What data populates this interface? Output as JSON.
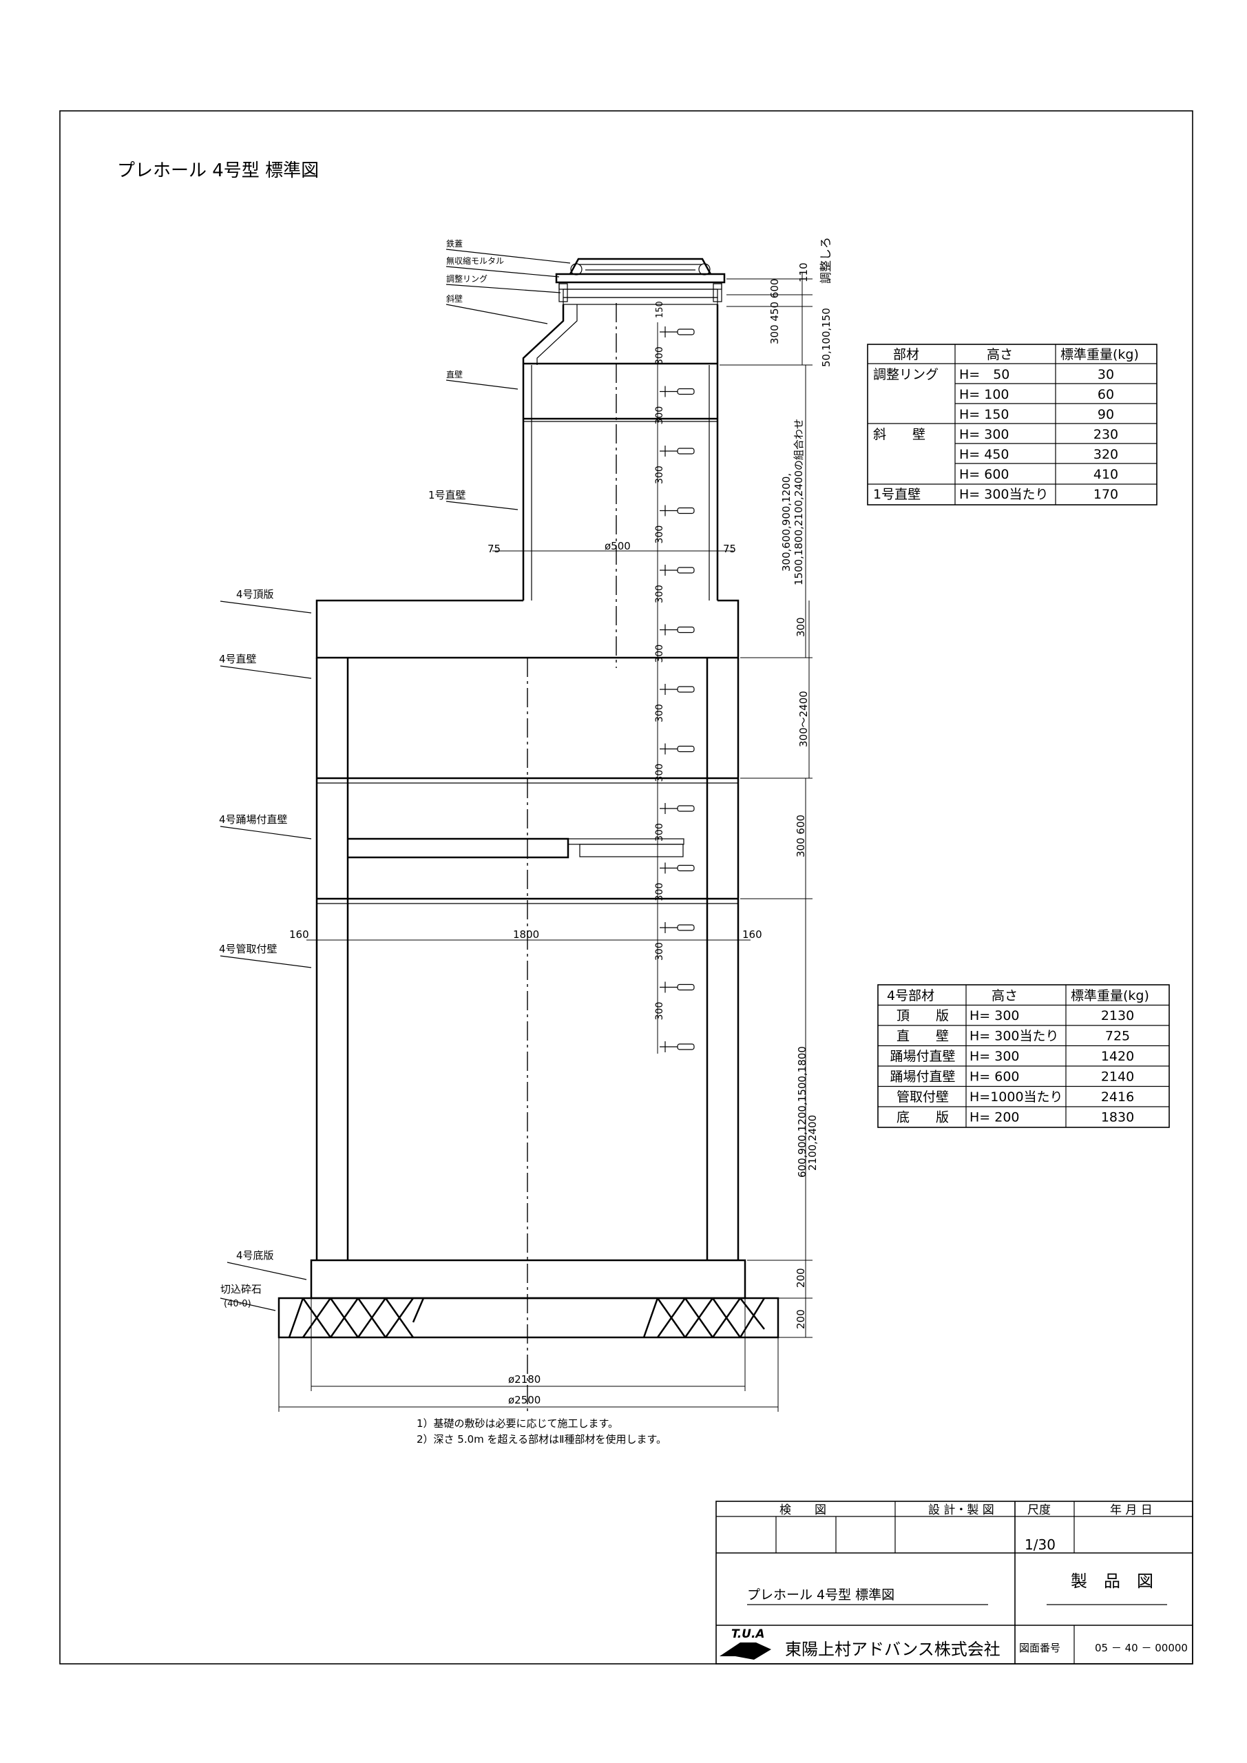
{
  "drawing_title": "プレホール 4号型 標準図",
  "parts": {
    "tekkai": "鉄蓋",
    "mortar": "無収縮モルタル",
    "ring": "調整リング",
    "shaheki": "斜壁",
    "chokuheki": "直壁",
    "go1_chokuheki": "1号直壁",
    "go4_chouban": "4号頂版",
    "go4_chokuheki": "4号直壁",
    "go4_odoriba": "4号踊場付直壁",
    "go4_kantori": "4号管取付壁",
    "go4_teiban": "4号底版",
    "saiseki": "切込砕石",
    "saiseki_spec": "(40-0)"
  },
  "dims": {
    "h110": "110",
    "chousei_shiro": "調整しろ",
    "ring_set": "50,100,150",
    "shaheki_set": "300 450 600",
    "go1_set_1": "300,600,900,1200,",
    "go1_set_2": "1500,1800,2100,2400の組合わせ",
    "d75": "75",
    "d500": "ø500",
    "d300": "300",
    "d300_2400": "300～2400",
    "d300_600": "300 600",
    "d160": "160",
    "d1800": "1800",
    "kantori_set_1": "600,900,1200,1500,1800",
    "kantori_set_2": "2100,2400",
    "d200": "200",
    "d150": "150",
    "d2180": "ø2180",
    "d2500": "ø2500"
  },
  "notes": [
    "1）基礎の敷砂は必要に応じて施工します。",
    "2）深さ 5.0m を超える部材はⅡ種部材を使用します。"
  ],
  "table1": {
    "headers": [
      "部材",
      "高さ",
      "標準重量(kg)"
    ],
    "rows": [
      [
        "調整リング",
        "H=　50",
        "30"
      ],
      [
        "",
        "H= 100",
        "60"
      ],
      [
        "",
        "H= 150",
        "90"
      ],
      [
        "斜　　壁",
        "H= 300",
        "230"
      ],
      [
        "",
        "H= 450",
        "320"
      ],
      [
        "",
        "H= 600",
        "410"
      ],
      [
        "1号直壁",
        "H= 300当たり",
        "170"
      ]
    ]
  },
  "table2": {
    "headers": [
      "4号部材",
      "高さ",
      "標準重量(kg)"
    ],
    "rows": [
      [
        "頂　　版",
        "H= 300",
        "2130"
      ],
      [
        "直　　壁",
        "H= 300当たり",
        "725"
      ],
      [
        "踊場付直壁",
        "H= 300",
        "1420"
      ],
      [
        "踊場付直壁",
        "H= 600",
        "2140"
      ],
      [
        "管取付壁",
        "H=1000当たり",
        "2416"
      ],
      [
        "底　　版",
        "H= 200",
        "1830"
      ]
    ]
  },
  "title_block": {
    "kenzu": "検　　図",
    "sekkei": "設 計・製 図",
    "shakudo": "尺度",
    "date": "年 月 日",
    "scale": "1/30",
    "name": "プレホール 4号型 標準図",
    "type": "製　品　図",
    "logo_text": "T.U.A",
    "company": "東陽上村アドバンス株式会社",
    "zumen_label": "図面番号",
    "zumen_no": "05 － 40 － 00000"
  }
}
